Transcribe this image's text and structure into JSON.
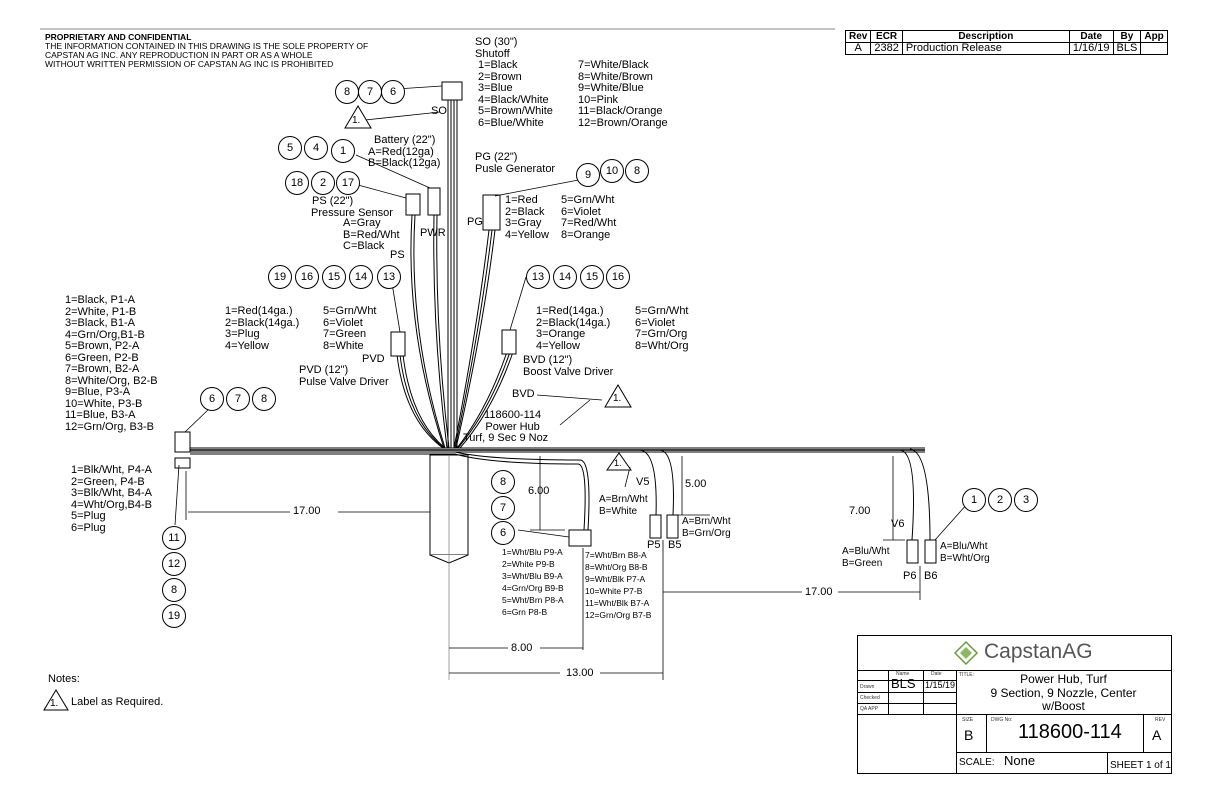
{
  "proprietary": {
    "heading": "PROPRIETARY AND CONFIDENTIAL",
    "lines": [
      "THE INFORMATION CONTAINED IN THIS DRAWING IS THE SOLE PROPERTY OF",
      "CAPSTAN AG INC. ANY REPRODUCTION IN PART OR AS A WHOLE",
      "WITHOUT WRITTEN PERMISSION OF CAPSTAN AG INC IS PROHIBITED"
    ]
  },
  "revision_table": {
    "headers": [
      "Rev",
      "ECR",
      "Description",
      "Date",
      "By",
      "App"
    ],
    "rows": [
      [
        "A",
        "2382",
        "Production Release",
        "1/16/19",
        "BLS",
        ""
      ]
    ]
  },
  "so": {
    "title": "SO (30\")",
    "subtitle": "Shutoff",
    "tag": "SO",
    "pins_left": [
      "1=Black",
      "2=Brown",
      "3=Blue",
      "4=Black/White",
      "5=Brown/White",
      "6=Blue/White"
    ],
    "pins_right": [
      "7=White/Black",
      "8=White/Brown",
      "9=White/Blue",
      "10=Pink",
      "11=Black/Orange",
      "12=Brown/Orange"
    ],
    "bubbles": [
      "8",
      "7",
      "6"
    ]
  },
  "battery": {
    "title": "Battery (22\")",
    "pins": [
      "A=Red(12ga)",
      "B=Black(12ga)"
    ],
    "tag": "PWR",
    "bubbles": [
      "5",
      "4",
      "1"
    ]
  },
  "ps": {
    "title": "PS (22\")",
    "subtitle": "Pressure Sensor",
    "pins": [
      "A=Gray",
      "B=Red/Wht",
      "C=Black"
    ],
    "tag": "PS",
    "bubbles": [
      "18",
      "2",
      "17"
    ]
  },
  "pg": {
    "title": "PG (22\")",
    "subtitle": "Pusle Generator",
    "pins_left": [
      "1=Red",
      "2=Black",
      "3=Gray",
      "4=Yellow"
    ],
    "pins_right": [
      "5=Grn/Wht",
      "6=Violet",
      "7=Red/Wht",
      "8=Orange"
    ],
    "tag": "PG",
    "bubbles": [
      "9",
      "10",
      "8"
    ]
  },
  "pvd": {
    "title": "PVD (12\")",
    "subtitle": "Pulse Valve Driver",
    "pins_left": [
      "1=Red(14ga.)",
      "2=Black(14ga.)",
      "3=Plug",
      "4=Yellow"
    ],
    "pins_right": [
      "5=Grn/Wht",
      "6=Violet",
      "7=Green",
      "8=White"
    ],
    "tag": "PVD",
    "bubbles": [
      "19",
      "16",
      "15",
      "14",
      "13"
    ]
  },
  "bvd": {
    "title": "BVD (12\")",
    "subtitle": "Boost Valve Driver",
    "pins_left": [
      "1=Red(14ga.)",
      "2=Black(14ga.)",
      "3=Orange",
      "4=Yellow"
    ],
    "pins_right": [
      "5=Grn/Wht",
      "6=Violet",
      "7=Grn/Org",
      "8=Wht/Org"
    ],
    "tag": "BVD",
    "bubbles": [
      "13",
      "14",
      "15",
      "16"
    ]
  },
  "hub_label": [
    "118600-114",
    "Power Hub",
    "Turf, 9 Sec 9 Noz"
  ],
  "left_12pin": {
    "pins": [
      "1=Black, P1-A",
      "2=White, P1-B",
      "3=Black, B1-A",
      "4=Grn/Org,B1-B",
      "5=Brown, P2-A",
      "6=Green, P2-B",
      "7=Brown, B2-A",
      "8=White/Org, B2-B",
      "9=Blue, P3-A",
      "10=White, P3-B",
      "11=Blue, B3-A",
      "12=Grn/Org, B3-B"
    ],
    "bubbles": [
      "6",
      "7",
      "8"
    ]
  },
  "left_6pin": {
    "pins": [
      "1=Blk/Wht, P4-A",
      "2=Green, P4-B",
      "3=Blk/Wht, B4-A",
      "4=Wht/Org,B4-B",
      "5=Plug",
      "6=Plug"
    ],
    "bubbles": [
      "11",
      "12",
      "8",
      "19"
    ]
  },
  "center_12pin": {
    "pins_left": [
      "1=Wht/Blu P9-A",
      "2=White P9-B",
      "3=Wht/Blu B9-A",
      "4=Grn/Org B9-B",
      "5=Wht/Brn P8-A",
      "6=Grn P8-B"
    ],
    "pins_right": [
      "7=Wht/Brn B8-A",
      "8=Wht/Org B8-B",
      "9=Wht/Blk P7-A",
      "10=White P7-B",
      "11=Wht/Blk B7-A",
      "12=Grn/Org B7-B"
    ],
    "bubbles": [
      "8",
      "7",
      "6"
    ]
  },
  "v5": {
    "tag": "V5",
    "p_label": "P5",
    "b_label": "B5",
    "p_pins": [
      "A=Brn/Wht",
      "B=White"
    ],
    "b_pins": [
      "A=Brn/Wht",
      "B=Grn/Org"
    ]
  },
  "v6": {
    "tag": "V6",
    "p_label": "P6",
    "b_label": "B6",
    "p_pins": [
      "A=Blu/Wht",
      "B=Green"
    ],
    "b_pins": [
      "A=Blu/Wht",
      "B=Wht/Org"
    ],
    "bubbles": [
      "1",
      "2",
      "3"
    ]
  },
  "dimensions": {
    "left_17": "17.00",
    "right_17": "17.00",
    "d6": "6.00",
    "d5": "5.00",
    "d7": "7.00",
    "d8": "8.00",
    "d13": "13.00"
  },
  "note_flag": "1.",
  "notes": {
    "heading": "Notes:",
    "items": [
      "Label as Required."
    ]
  },
  "title_block": {
    "logo": "CapstanAG",
    "name_hdr": "Name",
    "date_hdr": "Date",
    "rows": [
      "Drawn",
      "Checked",
      "QA APP"
    ],
    "drawn_name": "BLS",
    "drawn_date": "1/15/19",
    "title_lbl": "TITLE:",
    "title": [
      "Power Hub, Turf",
      "9 Section, 9 Nozzle, Center",
      "w/Boost"
    ],
    "size_lbl": "SIZE",
    "size": "B",
    "dwg_lbl": "DWG No:",
    "dwg_no": "118600-114",
    "rev_lbl": "REV",
    "rev": "A",
    "scale_lbl": "SCALE:",
    "scale": "None",
    "sheet": "SHEET 1 of 1"
  }
}
